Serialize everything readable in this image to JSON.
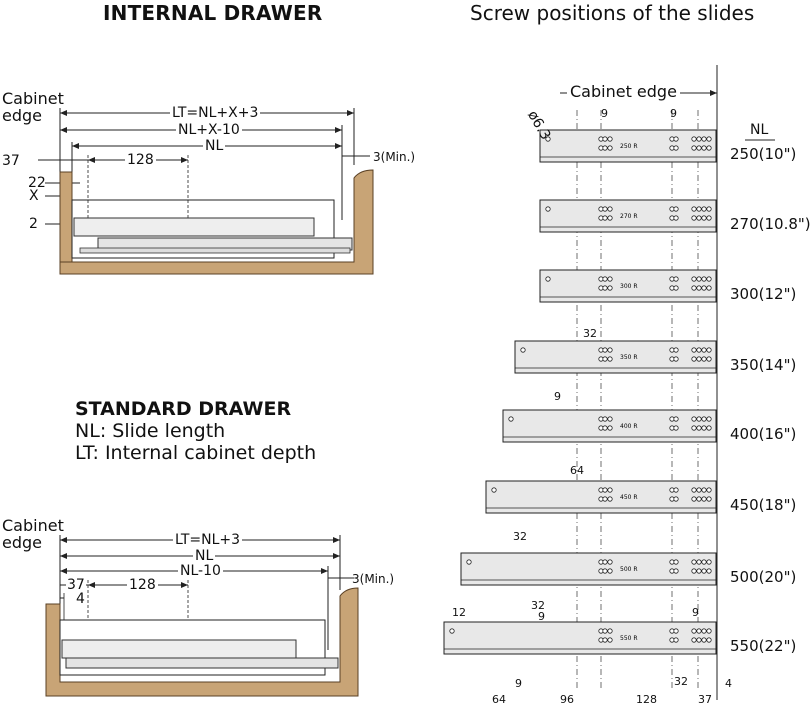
{
  "internal": {
    "title": "INTERNAL DRAWER",
    "cabinet_edge": [
      "Cabinet",
      "edge"
    ],
    "dims": {
      "lt": "LT=NL+X+3",
      "nlx": "NL+X-10",
      "nl": "NL",
      "d37": "37",
      "d128": "128",
      "d22": "22",
      "dx": "X",
      "d2": "2",
      "min": "3(Min.)"
    }
  },
  "standard": {
    "title": "STANDARD DRAWER",
    "legend": [
      {
        "key": "NL",
        "text": ": Slide length"
      },
      {
        "key": "LT",
        "text": ": Internal cabinet depth"
      }
    ],
    "cabinet_edge": [
      "Cabinet",
      "edge"
    ],
    "dims": {
      "lt": "LT=NL+3",
      "nl": "NL",
      "nl10": "NL-10",
      "d37": "37",
      "d4": "4",
      "d128": "128",
      "min": "3(Min.)"
    }
  },
  "screw": {
    "title": "Screw positions of the slides",
    "cabinet_edge": "Cabinet edge",
    "nl_header": "NL",
    "diameter": "ø6.3",
    "slides": [
      {
        "nl": "250(10\")",
        "tag": "250 R"
      },
      {
        "nl": "270(10.8\")",
        "tag": "270 R"
      },
      {
        "nl": "300(12\")",
        "tag": "300 R"
      },
      {
        "nl": "350(14\")",
        "tag": "350 R"
      },
      {
        "nl": "400(16\")",
        "tag": "400 R"
      },
      {
        "nl": "450(18\")",
        "tag": "450 R"
      },
      {
        "nl": "500(20\")",
        "tag": "500 R"
      },
      {
        "nl": "550(22\")",
        "tag": "550 R"
      }
    ],
    "dims": {
      "d9": "9",
      "d32": "32",
      "d64": "64",
      "d96": "96",
      "d128": "128",
      "d37": "37",
      "d4": "4",
      "d12": "12"
    }
  }
}
